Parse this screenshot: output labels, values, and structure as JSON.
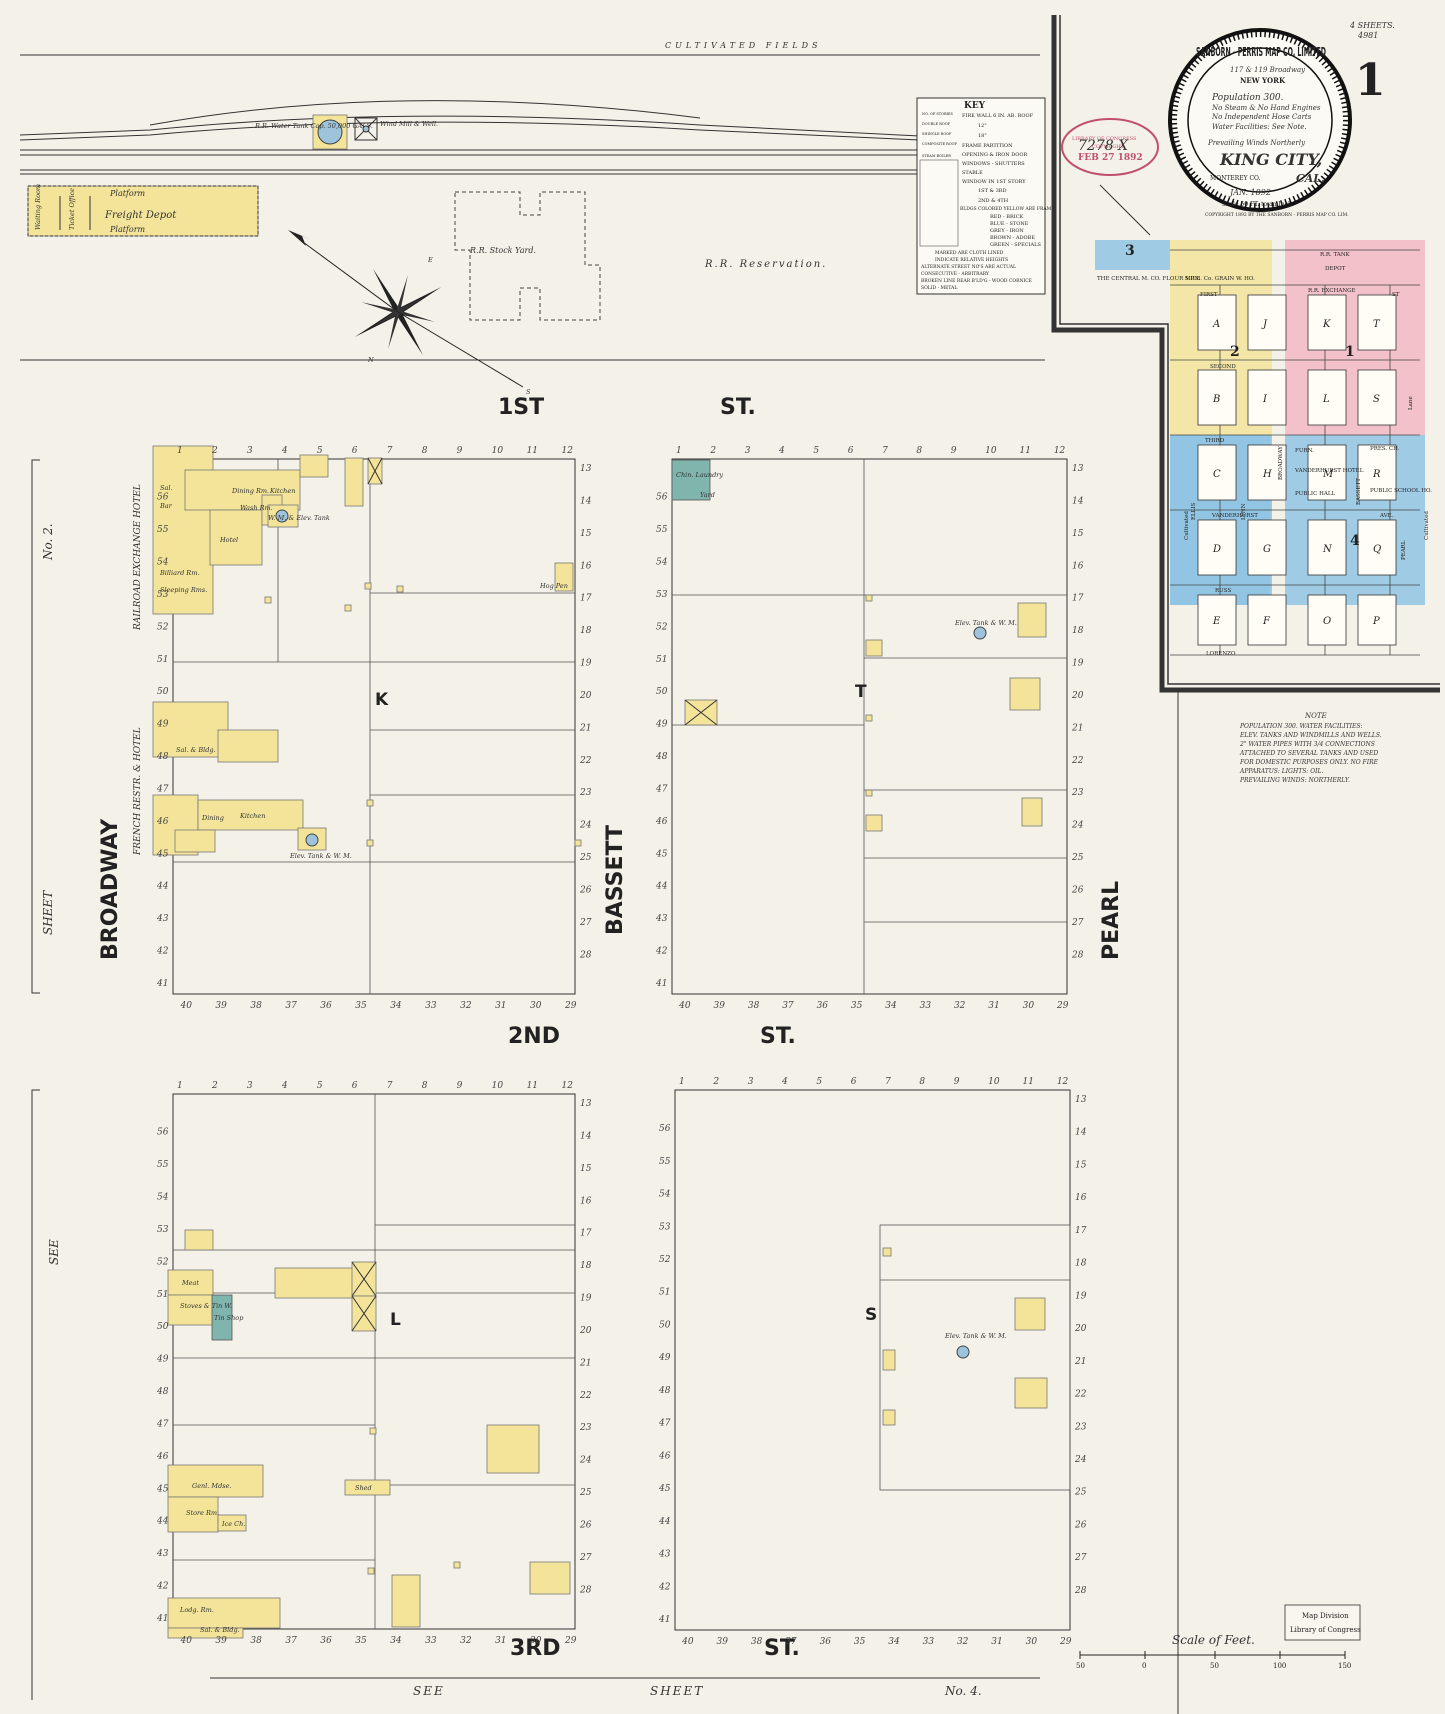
{
  "sheet": {
    "number": "1",
    "sheets_count": "4 SHEETS.",
    "catalog_no": "4981"
  },
  "title_seal": {
    "company": "SANBORN - PERRIS MAP CO. LIMITED",
    "address": "117 & 119 Broadway",
    "city": "NEW YORK",
    "population": "Population 300.",
    "engines": "No Steam & No Hand Engines",
    "hose": "No Independent Hose Carts",
    "water": "Water Facilities: See Note.",
    "winds": "Prevailing Winds Northerly",
    "town": "KING CITY,",
    "county": "MONTEREY CO.",
    "state": "CAL.",
    "date": "JAN. 1892",
    "scale": "Scale 50 FT. to an Inch.",
    "copyright": "COPYRIGHT 1892 BY THE SANBORN - PERRIS MAP CO. LIM."
  },
  "stamp": {
    "line1": "LIBRARY OF CONGRESS",
    "line2": "COPYRIGHT",
    "line3": "FEB 27 1892",
    "hand": "7278 X"
  },
  "key": {
    "title": "KEY",
    "left_items": [
      "NO. OF STORIES",
      "DOUBLE ROOF",
      "SHINGLE ROOF",
      "COMPOSITE ROOF",
      "STEAM BOILER"
    ],
    "right_items": [
      "FIRE WALL 6 IN. AB. ROOF",
      "12\"",
      "18\"",
      "FRAME PARTITION",
      "OPENING & IRON DOOR",
      "WINDOWS - SHUTTERS",
      "STABLE",
      "WINDOW IN 1ST STORY",
      "1ST & 3RD",
      "2ND & 4TH",
      "BLDGS COLORED YELLOW ARE FRAME",
      "RED - BRICK",
      "BLUE - STONE",
      "GREY - IRON",
      "BROWN - ADOBE",
      "GREEN - SPECIALS"
    ],
    "bottom_items": [
      "MARKED ARE CLOTH LINED",
      "INDICATE RELATIVE HEIGHTS",
      "ALTERNATE STREET NO'S ARE ACTUAL",
      "CONSECUTIVE - ARBITRARY",
      "BROKEN LINE REAR B'LD'G - WOOD CORNICE",
      "SOLID - METAL"
    ]
  },
  "note": {
    "title": "NOTE",
    "lines": [
      "POPULATION 300. WATER FACILITIES:",
      "ELEV. TANKS AND WINDMILLS AND WELLS.",
      "2\" WATER PIPES WITH 3/4 CONNECTIONS",
      "ATTACHED TO SEVERAL TANKS AND USED",
      "FOR DOMESTIC PURPOSES ONLY. NO FIRE",
      "APPARATUS: LIGHTS: OIL.",
      "PREVAILING WINDS: NORTHERLY."
    ]
  },
  "streets": {
    "first": [
      "1ST",
      "ST."
    ],
    "second": [
      "2ND",
      "ST."
    ],
    "third": [
      "3RD",
      "ST."
    ],
    "broadway": "BROADWAY",
    "bassett": "BASSETT",
    "pearl": "PEARL",
    "see_sheet_2": [
      "SEE",
      "SHEET",
      "No. 2."
    ],
    "see_sheet_4": [
      "SEE",
      "SHEET",
      "No. 4."
    ]
  },
  "top_labels": {
    "cultivated_fields": "CULTIVATED FIELDS",
    "water_tank": "R.R. Water Tank Cap. 50,000 GALS.",
    "wind_mill": "Wind Mill & Well.",
    "platform_top": "Platform",
    "freight_depot": "Freight Depot",
    "platform_bottom": "Platform",
    "waiting_room": "Waiting Room",
    "ticket_office": "Ticket Office",
    "stock_yard": "R.R. Stock Yard.",
    "reservation": "R.R. Reservation."
  },
  "blocks": {
    "K": "K",
    "T": "T",
    "L": "L",
    "S": "S"
  },
  "block_k_labels": {
    "hotel": "RAILROAD EXCHANGE HOTEL",
    "dining": "Dining Rm.",
    "kitchen": "Kitchen",
    "wash": "Wash Rm.",
    "hotel_bldg": "Hotel",
    "sal": "Sal.",
    "bar": "Bar",
    "elev_tank_k": "W. M. & Elev. Tank",
    "sleeping": "Sleeping Rms.",
    "billiard": "Billiard Rm.",
    "hog_pen": "Hog Pen",
    "sal_bldg": "Sal. & Bldg.",
    "french": "FRENCH RESTR. & HOTEL",
    "dining2": "Dining",
    "kitchen2": "Kitchen",
    "elev_tank2": "Elev. Tank & W. M."
  },
  "block_t_labels": {
    "laundry": "Chin. Laundry",
    "yard": "Yard",
    "elev_tank": "Elev. Tank & W. M."
  },
  "block_l_labels": {
    "meat": "Meat",
    "stoves": "Stoves & Tin W.",
    "tin_shop": "Tin Shop",
    "genl_mdse": "Genl. Mdse.",
    "store": "Store Rm.",
    "ice_ch": "Ice Ch.",
    "shed": "Shed",
    "lodging": "Lodg. Rm.",
    "sal_bldg": "Sal. & Bldg."
  },
  "block_s_labels": {
    "elev_tank": "Elev. Tank & W. M."
  },
  "index_map": {
    "section_labels": [
      "1",
      "2",
      "3",
      "4"
    ],
    "block_letters": [
      "A",
      "B",
      "C",
      "D",
      "E",
      "F",
      "G",
      "H",
      "I",
      "J",
      "K",
      "L",
      "M",
      "N",
      "O",
      "P",
      "Q",
      "R",
      "S",
      "T"
    ],
    "streets": [
      "FIRST",
      "SECOND",
      "THIRD",
      "VANDERHURST",
      "RUSS",
      "LORENZO",
      "ST",
      "AVE.",
      "ELLIS",
      "LYNN",
      "BROADWAY",
      "BASSETT",
      "PEARL",
      "Lane",
      "Cultivated"
    ],
    "labels": [
      "THE CENTRAL M. CO. FLOUR MILL",
      "S.P.M. Co. GRAIN W. HO.",
      "R.R. TANK",
      "DEPOT",
      "R.R. EXCHANGE",
      "FURN.",
      "VANDERHURST HOTEL",
      "PUBLIC HALL",
      "PRES. CH.",
      "PUBLIC SCHOOL HO."
    ]
  },
  "scale_bar": {
    "title": "Scale of Feet.",
    "ticks": [
      "50",
      "0",
      "50",
      "100",
      "150"
    ]
  },
  "library_stamp": {
    "line1": "Map Division",
    "line2": "Library of Congress"
  },
  "compass": {
    "n": "N",
    "s": "S",
    "e": "E"
  },
  "colors": {
    "frame_yellow": "#f3e49a",
    "brick_red": "#f2b8c4",
    "stone_blue": "#8fc4e4",
    "special_green": "#7fb5ad",
    "paper": "#f4f1e8"
  }
}
